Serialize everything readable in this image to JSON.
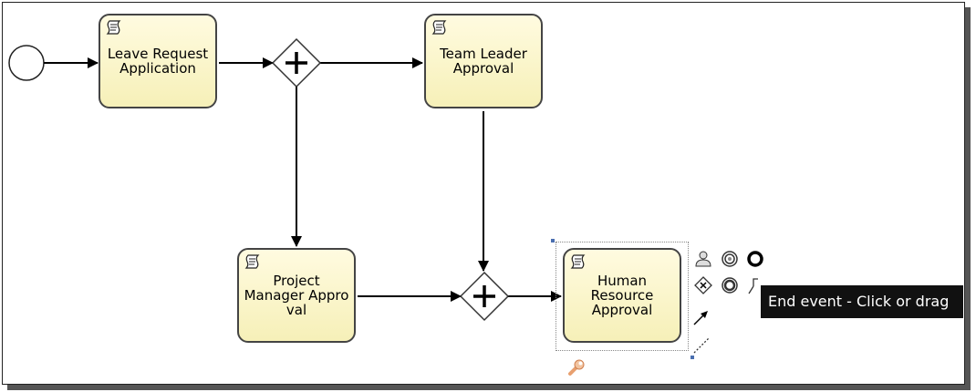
{
  "diagram": {
    "tasks": {
      "leave_request": "Leave Request\nApplication",
      "team_leader": "Team Leader\nApproval",
      "project_manager": "Project\nManager Appro\nval",
      "human_resource": "Human\nResource\nApproval"
    },
    "gateway_symbol": "+",
    "colors": {
      "task_fill": "#f8f2c4",
      "task_border": "#444444",
      "tooltip_bg": "#111111",
      "tooltip_text": "#ffffff"
    }
  },
  "context_pad": {
    "tooltip": "End event - Click or drag",
    "icons": [
      "user-task-icon",
      "intermediate-event-icon",
      "end-event-icon",
      "exclusive-gateway-icon",
      "intermediate-throw-icon",
      "annotation-icon",
      "sequence-flow-icon",
      "association-icon",
      "wrench-icon"
    ]
  }
}
